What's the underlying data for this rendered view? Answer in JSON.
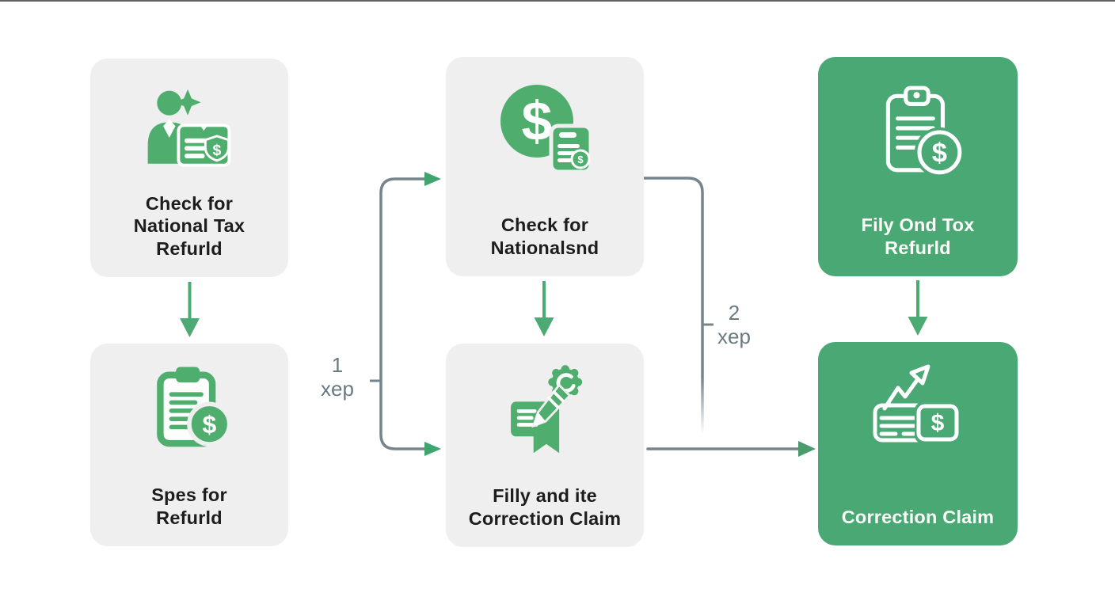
{
  "diagram": {
    "type": "flowchart",
    "background": "#ffffff"
  },
  "colors": {
    "box_gray": "#efeff0",
    "box_green": "#49a873",
    "icon_green": "#4fae6d",
    "arrow_green": "#3ea56e",
    "connector_gray": "#75858b",
    "label_gray": "#697a81",
    "title_dark": "#1d1d1d",
    "title_light": "#fbfdf8"
  },
  "nodes": [
    {
      "id": "top-left",
      "variant": "gray",
      "icon": "person-tax-icon",
      "label_lines": [
        "Check for",
        "National Tax",
        "Refurld"
      ]
    },
    {
      "id": "bottom-left",
      "variant": "gray",
      "icon": "clipboard-dollar-icon",
      "label_lines": [
        "Spes for",
        "Refurld"
      ]
    },
    {
      "id": "top-middle",
      "variant": "gray",
      "icon": "dollar-circle-receipt-icon",
      "label_lines": [
        "Check for",
        "Nationalsnd"
      ]
    },
    {
      "id": "bottom-middle",
      "variant": "gray",
      "icon": "edit-gear-ribbon-icon",
      "label_lines": [
        "Filly and ite",
        "Correction Claim"
      ]
    },
    {
      "id": "top-right",
      "variant": "green",
      "icon": "clipboard-dollar-outline-icon",
      "label_lines": [
        "Fily Ond Tox",
        "Refurld"
      ]
    },
    {
      "id": "bottom-right",
      "variant": "green",
      "icon": "growth-money-outline-icon",
      "label_lines": [
        "Correction Claim"
      ]
    }
  ],
  "labels": {
    "step1": {
      "number": "1",
      "text": "xep"
    },
    "step2": {
      "number": "2",
      "text": "xep"
    }
  }
}
